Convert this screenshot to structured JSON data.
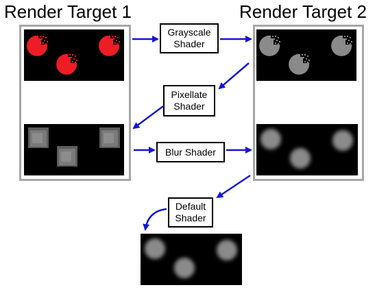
{
  "targets": {
    "rt1_title": "Render Target 1",
    "rt2_title": "Render Target 2"
  },
  "shaders": {
    "grayscale": {
      "line1": "Grayscale",
      "line2": "Shader"
    },
    "pixellate": {
      "line1": "Pixellate",
      "line2": "Shader"
    },
    "blur": {
      "line1": "Blur Shader"
    },
    "default": {
      "line1": "Default",
      "line2": "Shader"
    }
  },
  "colors": {
    "frame_border": "#a6a6a6",
    "arrow": "#1515d6",
    "red_ball": "#ee1c25",
    "gray_ball": "#8a8a8a",
    "panel_bg": "#000000"
  }
}
